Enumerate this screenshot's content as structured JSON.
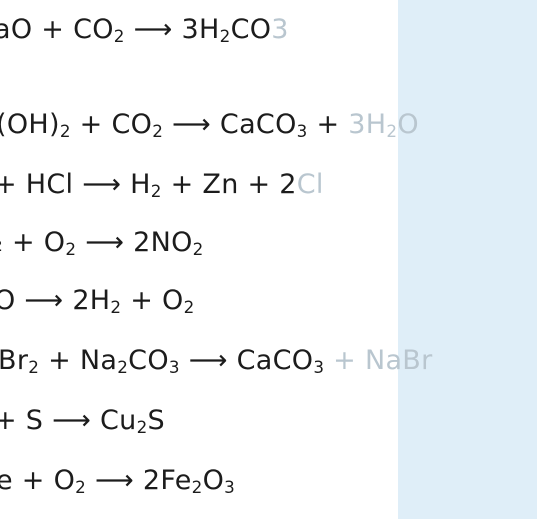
{
  "equations": [
    {
      "parts": [
        {
          "t": "aO + CO"
        },
        {
          "sub": "2"
        },
        {
          "t": "  ⟶  3H"
        },
        {
          "sub": "2"
        },
        {
          "t": "CO"
        },
        {
          "faded": "3"
        }
      ]
    },
    {
      "parts": [
        {
          "t": "(OH)"
        },
        {
          "sub": "2"
        },
        {
          "t": " + CO"
        },
        {
          "sub": "2"
        },
        {
          "t": " ⟶ CaCO"
        },
        {
          "sub": "3"
        },
        {
          "t": " +"
        },
        {
          "faded": " 3H"
        },
        {
          "faded_sub": "2"
        },
        {
          "faded": "O"
        }
      ]
    },
    {
      "parts": [
        {
          "t": " + HCl ⟶ H"
        },
        {
          "sub": "2"
        },
        {
          "t": " + Zn + 2"
        },
        {
          "faded": "Cl"
        }
      ]
    },
    {
      "parts": [
        {
          "t": "₂ + O"
        },
        {
          "sub": "2"
        },
        {
          "t": "  ⟶  2NO"
        },
        {
          "sub": "2"
        }
      ]
    },
    {
      "parts": [
        {
          "t": "O ⟶  2H"
        },
        {
          "sub": "2"
        },
        {
          "t": "  +  O"
        },
        {
          "sub": "2"
        }
      ]
    },
    {
      "parts": [
        {
          "t": "Br"
        },
        {
          "sub": "2"
        },
        {
          "t": " + Na"
        },
        {
          "sub": "2"
        },
        {
          "t": "CO"
        },
        {
          "sub": "3"
        },
        {
          "t": " ⟶ CaCO"
        },
        {
          "sub": "3"
        },
        {
          "faded": " + NaBr"
        }
      ]
    },
    {
      "parts": [
        {
          "t": " + S  ⟶  Cu"
        },
        {
          "sub": "2"
        },
        {
          "t": "S"
        }
      ]
    },
    {
      "parts": [
        {
          "t": "e + O"
        },
        {
          "sub": "2"
        },
        {
          "t": " ⟶  2Fe"
        },
        {
          "sub": "2"
        },
        {
          "t": "O"
        },
        {
          "sub": "3"
        }
      ]
    }
  ],
  "colors": {
    "ink": "#1c1c1c",
    "faded_ink": "#b9c6cf",
    "panel": "#dfeef8",
    "paper": "#ffffff"
  }
}
